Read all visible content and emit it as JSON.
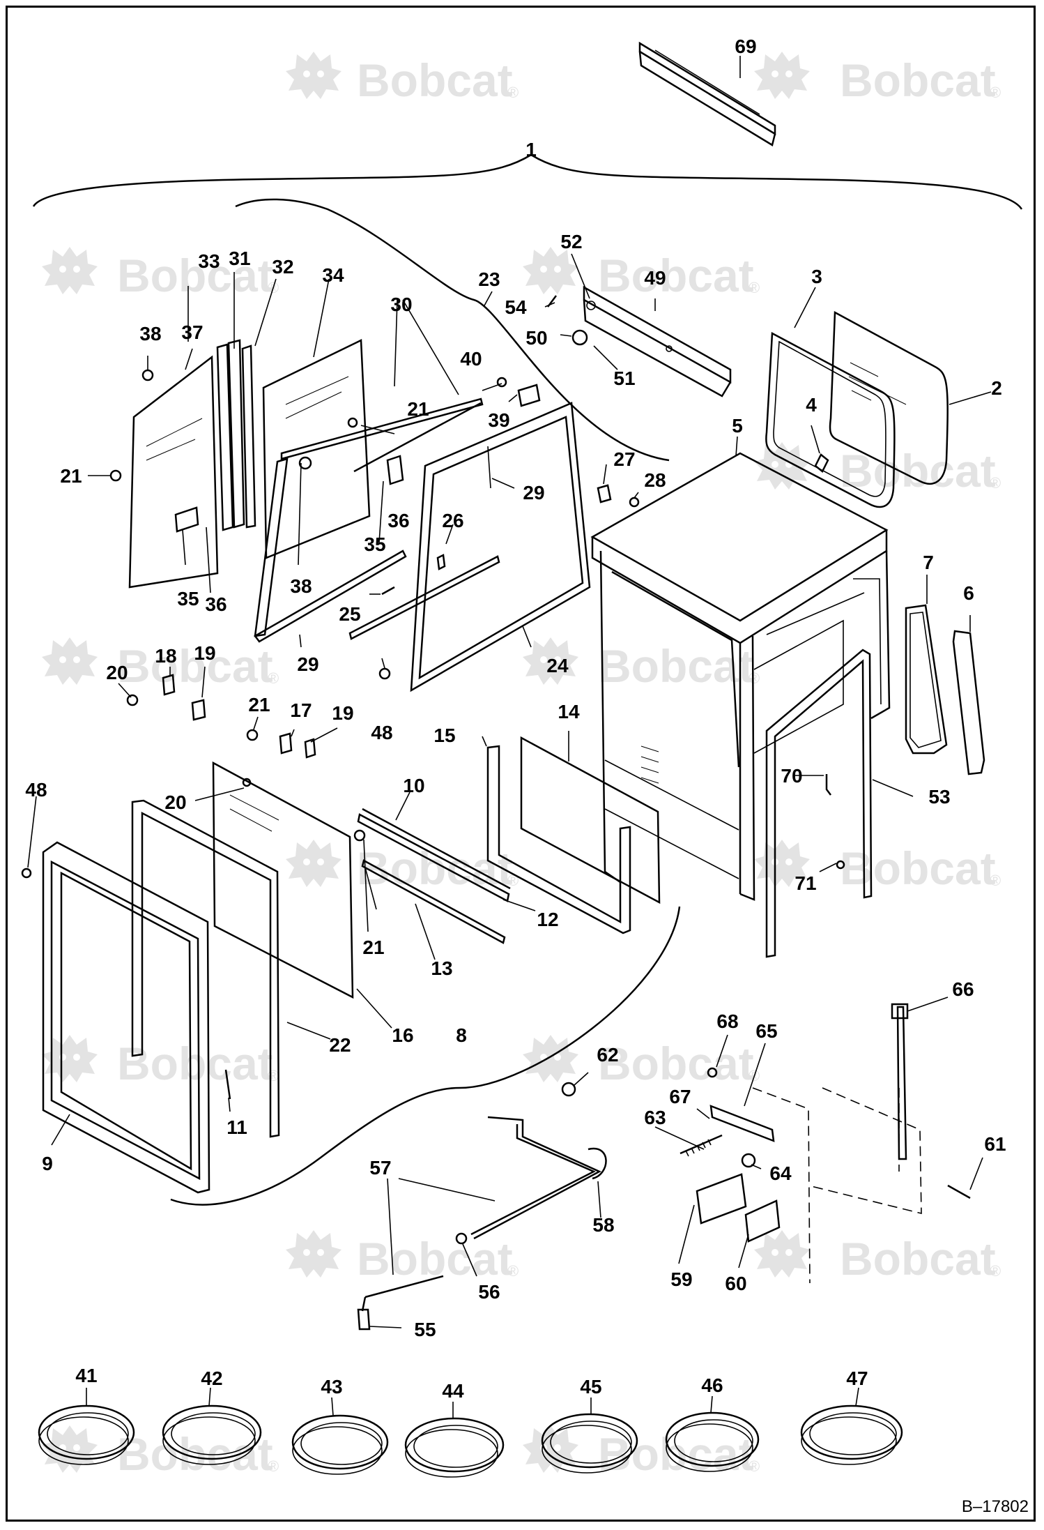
{
  "watermark": {
    "text": "Bobcat",
    "mark": "®",
    "logo_icon": "bobcat-head-logo-icon"
  },
  "reference_code": "B–17802",
  "callouts": {
    "c1": "1",
    "c2": "2",
    "c3": "3",
    "c4": "4",
    "c5": "5",
    "c6": "6",
    "c7": "7",
    "c8": "8",
    "c9": "9",
    "c10": "10",
    "c11": "11",
    "c12": "12",
    "c13": "13",
    "c14": "14",
    "c15": "15",
    "c16": "16",
    "c17": "17",
    "c18": "18",
    "c19": "19",
    "c20": "20",
    "c21": "21",
    "c22": "22",
    "c23": "23",
    "c24": "24",
    "c25": "25",
    "c26": "26",
    "c27": "27",
    "c28": "28",
    "c29": "29",
    "c30": "30",
    "c31": "31",
    "c32": "32",
    "c33": "33",
    "c34": "34",
    "c35": "35",
    "c36": "36",
    "c37": "37",
    "c38": "38",
    "c39": "39",
    "c40": "40",
    "c41": "41",
    "c42": "42",
    "c43": "43",
    "c44": "44",
    "c45": "45",
    "c46": "46",
    "c47": "47",
    "c48": "48",
    "c49": "49",
    "c50": "50",
    "c51": "51",
    "c52": "52",
    "c53": "53",
    "c54": "54",
    "c55": "55",
    "c56": "56",
    "c57": "57",
    "c58": "58",
    "c59": "59",
    "c60": "60",
    "c61": "61",
    "c62": "62",
    "c63": "63",
    "c64": "64",
    "c65": "65",
    "c66": "66",
    "c67": "67",
    "c68": "68",
    "c69": "69",
    "c70": "70",
    "c71": "71"
  }
}
